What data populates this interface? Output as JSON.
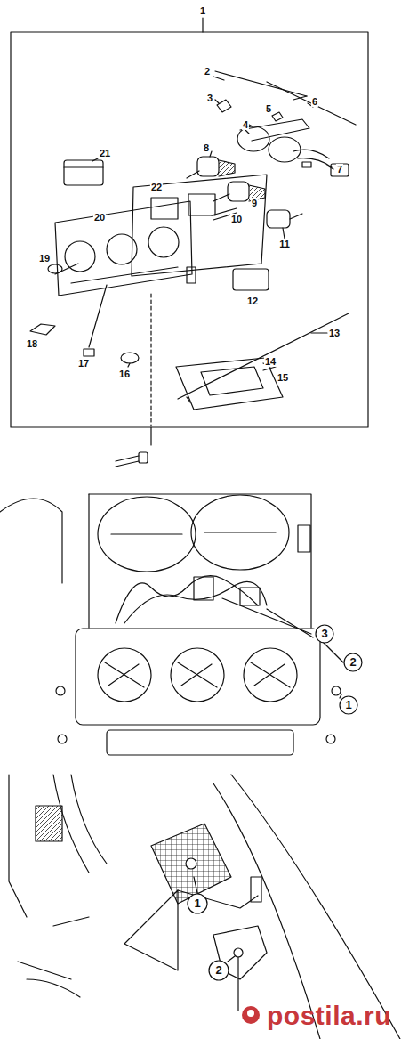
{
  "diagram": {
    "labels": [
      "1",
      "2",
      "3",
      "4",
      "5",
      "6",
      "7",
      "8",
      "9",
      "10",
      "11",
      "12",
      "13",
      "14",
      "15",
      "16",
      "17",
      "18",
      "19",
      "20",
      "21",
      "22",
      "3",
      "2",
      "1",
      "1",
      "2",
      "postila.ru"
    ]
  }
}
